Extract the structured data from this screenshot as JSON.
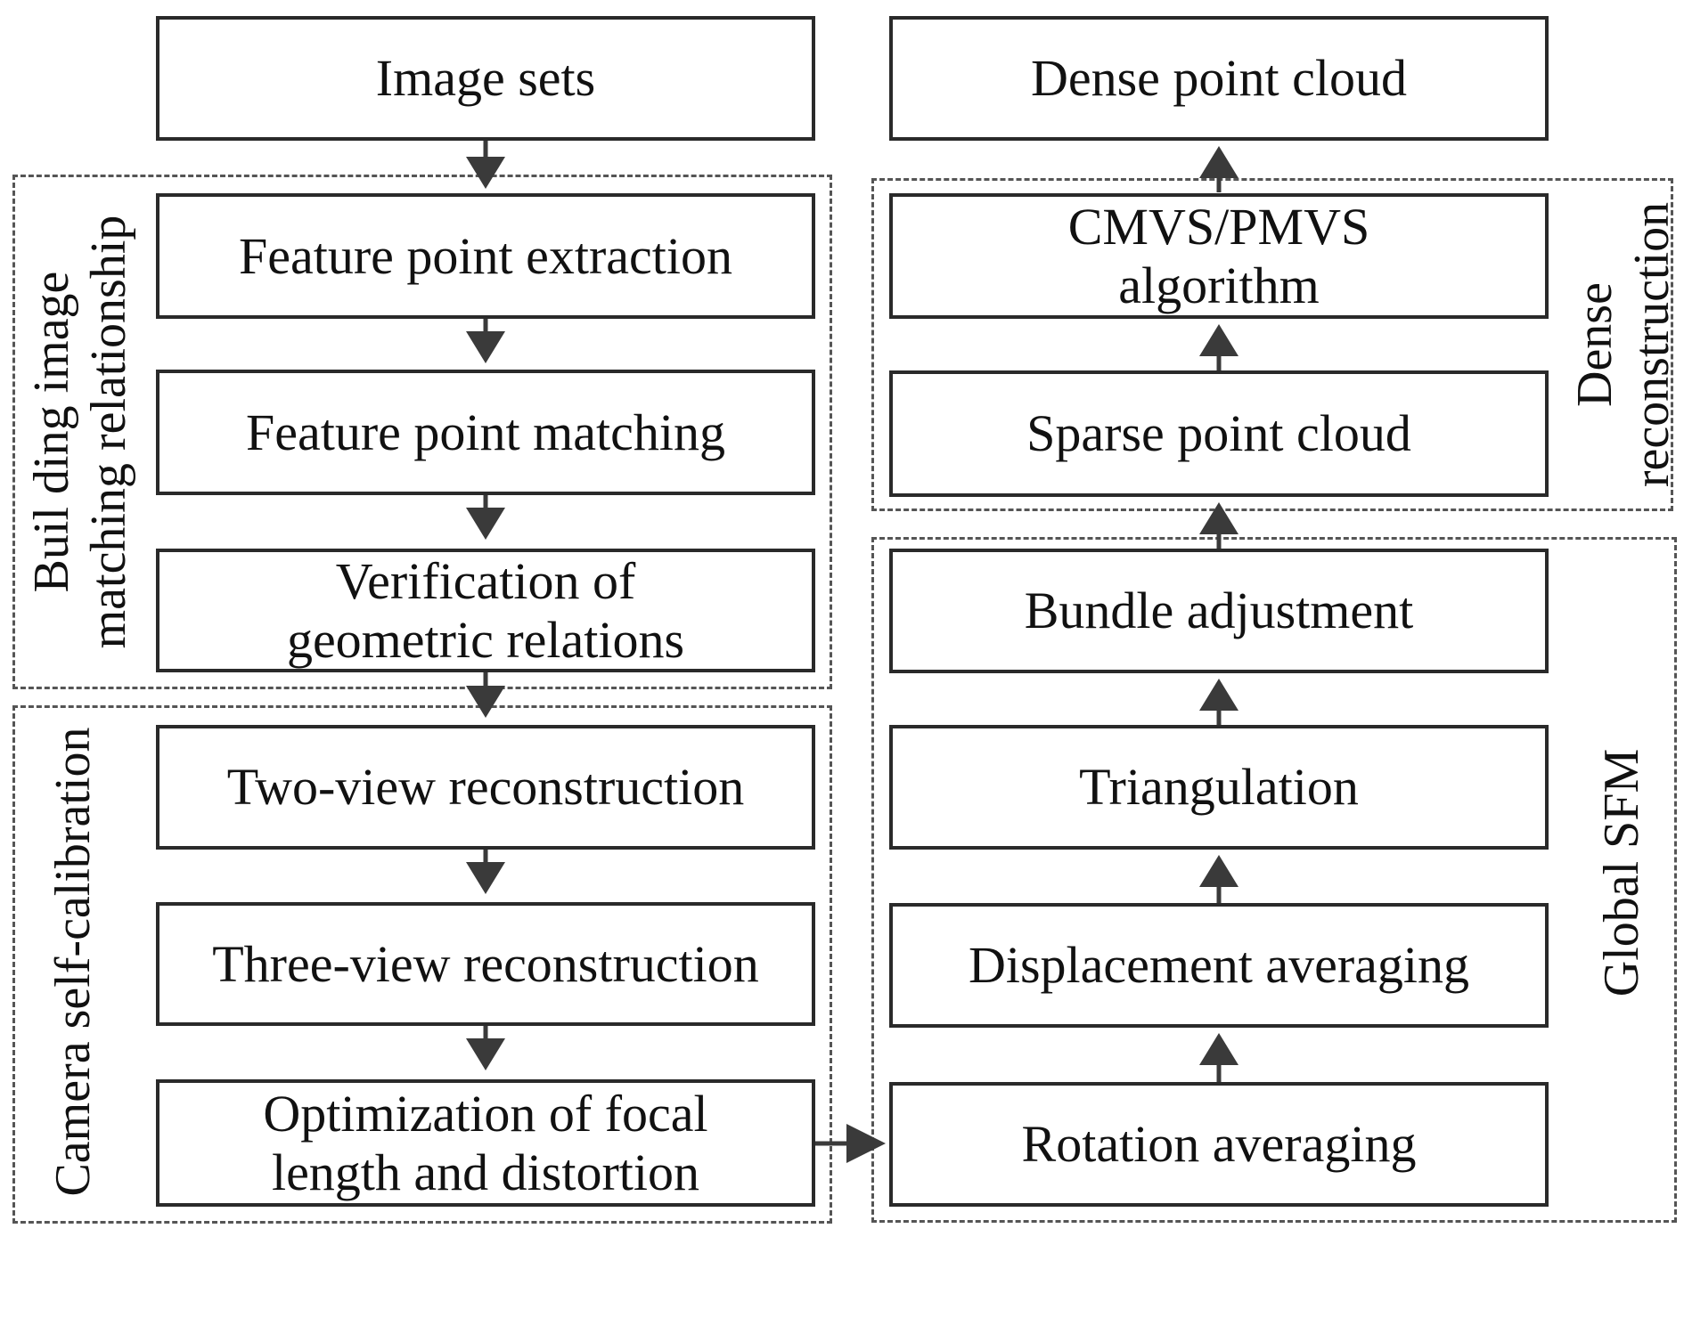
{
  "left_column": {
    "image_sets": "Image sets",
    "feature_extraction": "Feature point extraction",
    "feature_matching": "Feature point matching",
    "verification": "Verification of\ngeometric relations",
    "two_view": "Two-view reconstruction",
    "three_view": "Three-view reconstruction",
    "optimization": "Optimization of focal\nlength and distortion"
  },
  "right_column": {
    "dense_cloud": "Dense point cloud",
    "cmvs": "CMVS/PMVS\nalgorithm",
    "sparse_cloud": "Sparse point cloud",
    "bundle": "Bundle adjustment",
    "triangulation": "Triangulation",
    "displacement": "Displacement averaging",
    "rotation": "Rotation averaging"
  },
  "groups": {
    "matching_label": "Buil ding image\nmatching relationship",
    "calibration_label": "Camera self-calibration",
    "dense_label": "Dense\nreconstruction",
    "sfm_label": "Global SFM"
  },
  "colors": {
    "box_border": "#2a2a2a",
    "dashed_border": "#555555",
    "arrow": "#3a3a3a"
  }
}
